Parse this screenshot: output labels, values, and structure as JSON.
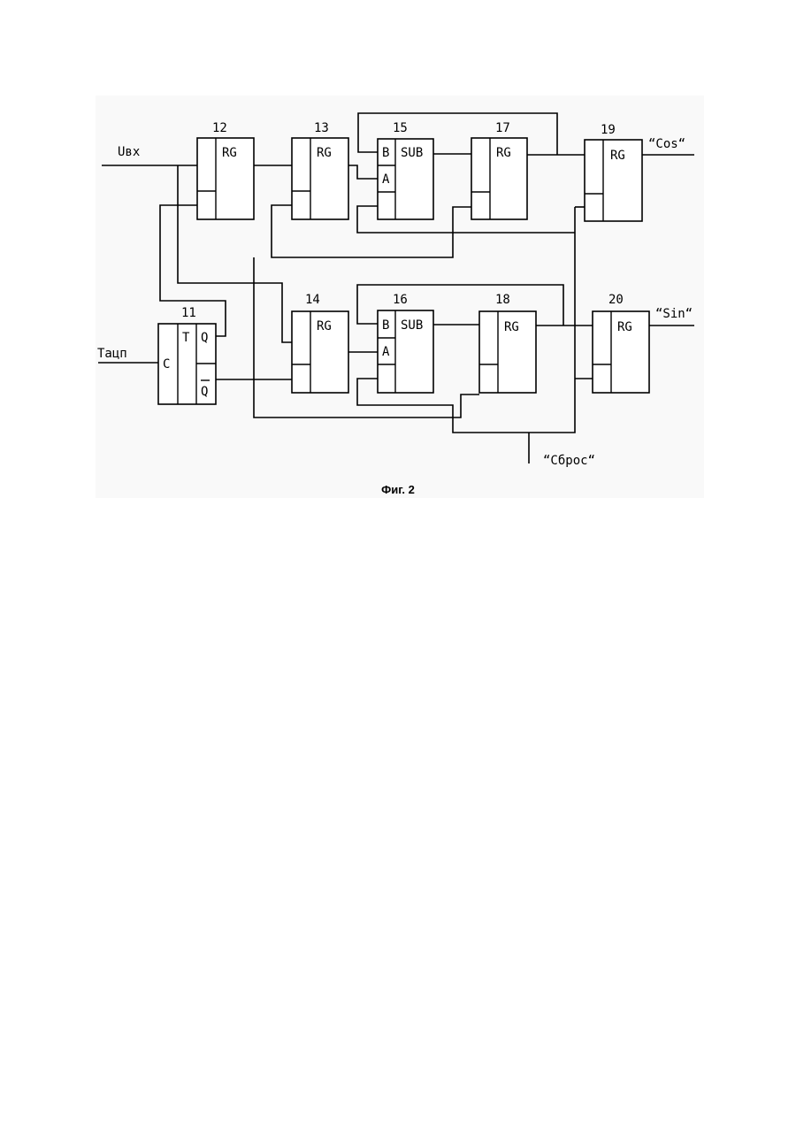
{
  "inputs": {
    "uin": "Uвх",
    "clock": "Тацп",
    "reset": "“Сброс“"
  },
  "outputs": {
    "cos": "“Cos“",
    "sin": "“Sin“"
  },
  "trigger": {
    "num": "11",
    "c": "C",
    "t": "T",
    "q": "Q",
    "qn": "Q"
  },
  "blocks": {
    "b12": {
      "num": "12",
      "label": "RG"
    },
    "b13": {
      "num": "13",
      "label": "RG"
    },
    "b14": {
      "num": "14",
      "label": "RG"
    },
    "b15": {
      "num": "15",
      "label": "SUB",
      "in_b": "B",
      "in_a": "A"
    },
    "b16": {
      "num": "16",
      "label": "SUB",
      "in_b": "B",
      "in_a": "A"
    },
    "b17": {
      "num": "17",
      "label": "RG"
    },
    "b18": {
      "num": "18",
      "label": "RG"
    },
    "b19": {
      "num": "19",
      "label": "RG"
    },
    "b20": {
      "num": "20",
      "label": "RG"
    }
  },
  "caption": "Фиг. 2"
}
